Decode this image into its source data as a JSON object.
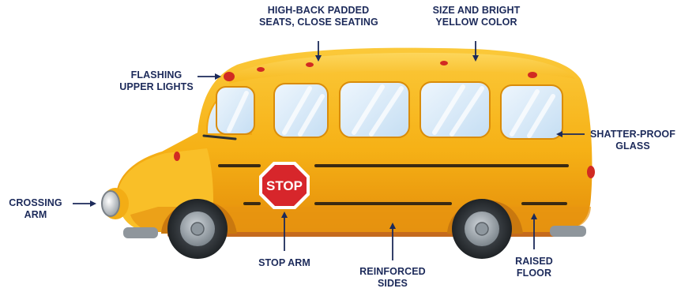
{
  "labels": {
    "seats": [
      "HIGH-BACK PADDED",
      "SEATS, CLOSE SEATING"
    ],
    "yellow": [
      "SIZE AND BRIGHT",
      "YELLOW COLOR"
    ],
    "lights": [
      "FLASHING",
      "UPPER LIGHTS"
    ],
    "glass": [
      "SHATTER-PROOF",
      "GLASS"
    ],
    "crossing": [
      "CROSSING",
      "ARM"
    ],
    "stop_arm": [
      "STOP ARM"
    ],
    "sides": [
      "REINFORCED",
      "SIDES"
    ],
    "floor": [
      "RAISED",
      "FLOOR"
    ]
  },
  "stop_sign": "STOP",
  "colors": {
    "label_text": "#1c2a5a",
    "bus_yellow": "#f7b516",
    "bus_shadow": "#e38f0b",
    "stop_red": "#d7262b",
    "window_blue": "#d4e7f7"
  }
}
